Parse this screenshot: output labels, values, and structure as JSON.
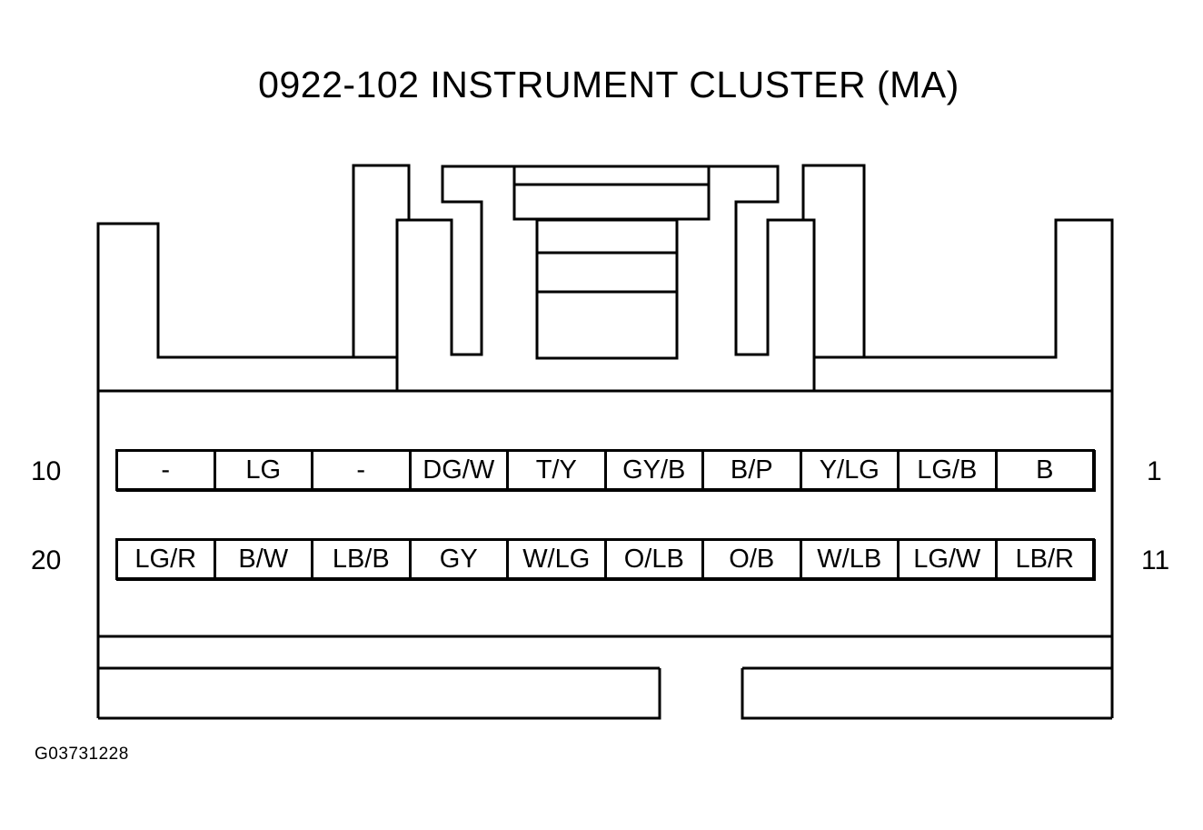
{
  "title": "0922-102 INSTRUMENT CLUSTER (MA)",
  "row_labels": {
    "top_left": "10",
    "top_right": "1",
    "bottom_left": "20",
    "bottom_right": "11"
  },
  "pins_top": [
    "-",
    "LG",
    "-",
    "DG/W",
    "T/Y",
    "GY/B",
    "B/P",
    "Y/LG",
    "LG/B",
    "B"
  ],
  "pins_bottom": [
    "LG/R",
    "B/W",
    "LB/B",
    "GY",
    "W/LG",
    "O/LB",
    "O/B",
    "W/LB",
    "LG/W",
    "LB/R"
  ],
  "figure_code": "G03731228",
  "colors": {
    "line": "#000000",
    "background": "#ffffff"
  }
}
